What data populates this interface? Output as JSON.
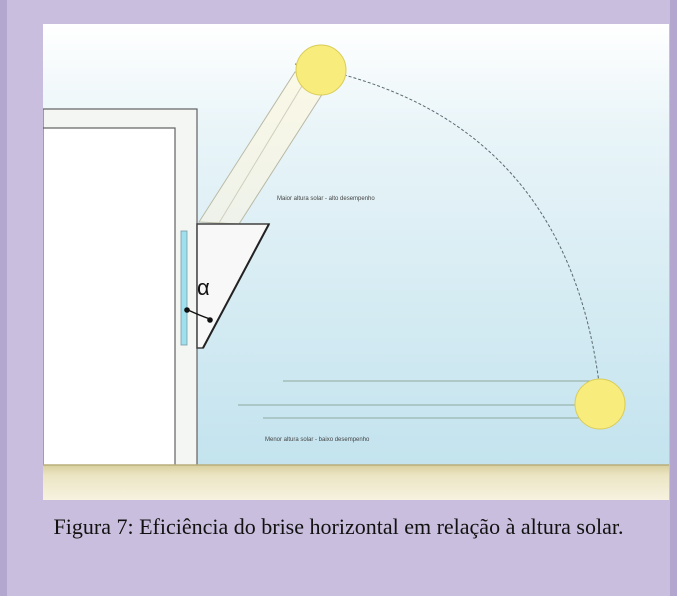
{
  "figure": {
    "annotations": {
      "high_sun": "Maior altura solar - alto desempenho",
      "low_sun": "Menor altura solar - baixo desempenho",
      "angle_symbol": "α"
    }
  },
  "caption": "Figura 7: Eficiência do brise horizontal em relação à altura solar.",
  "colors": {
    "page_background": "#c9bedd",
    "sky_top": "#ffffff",
    "sky_bottom": "#c9e6f0",
    "sun": "#f7ec7c",
    "ground": "#e9e2bf"
  }
}
